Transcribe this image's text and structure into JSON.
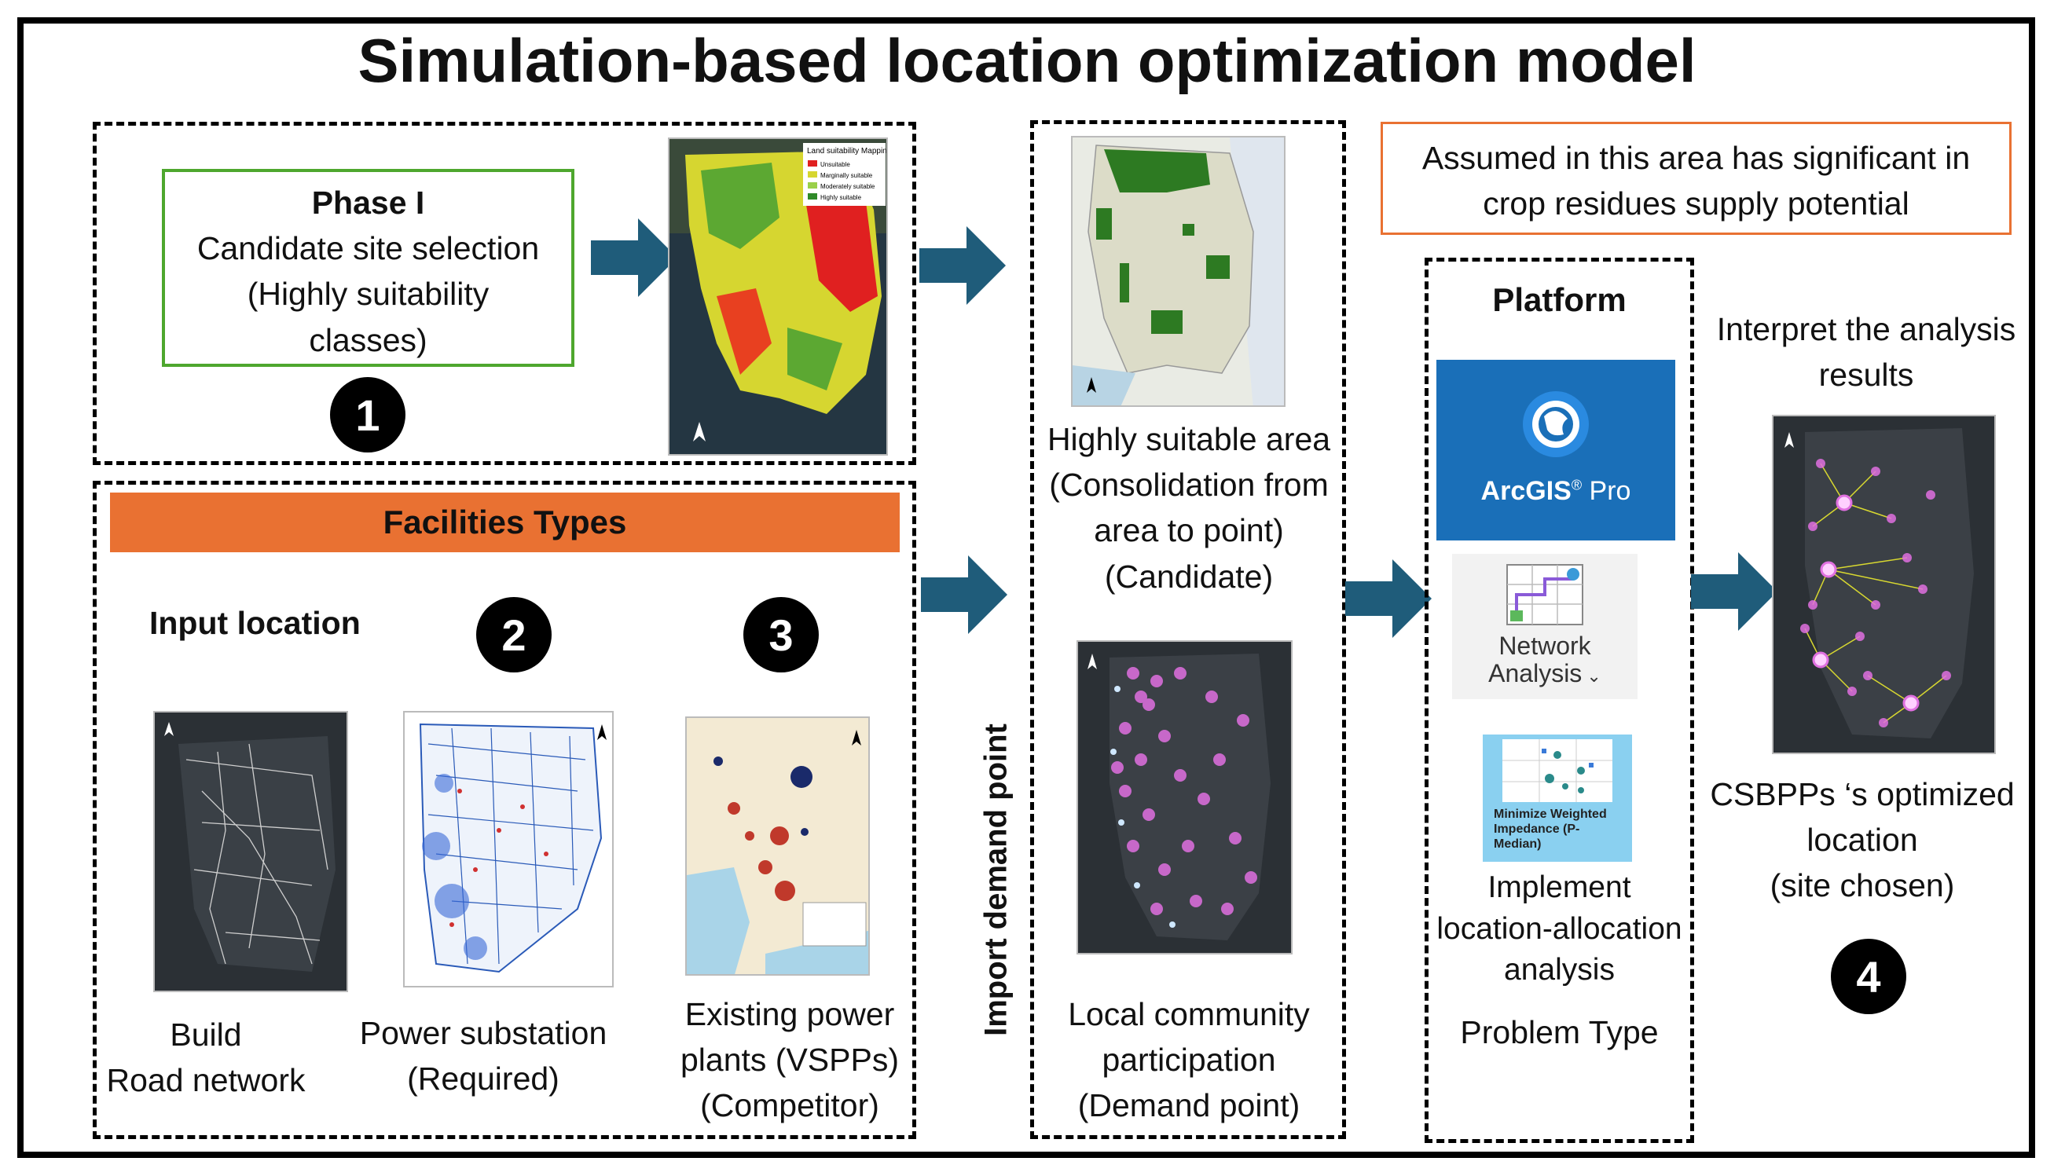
{
  "title": "Simulation-based location optimization model",
  "phase1": {
    "heading": "Phase I",
    "line1": "Candidate site selection",
    "line2": "(Highly suitability",
    "line3": "classes)",
    "number": "1",
    "map_legend_title": "Land suitability Mapping",
    "map_legend_items": [
      "Unsuitable",
      "Marginally suitable",
      "Moderately suitable",
      "Highly suitable"
    ]
  },
  "facilities": {
    "header": "Facilities Types",
    "input_location": "Input location",
    "num2": "2",
    "num3": "3",
    "road_line1": "Build",
    "road_line2": "Road network",
    "substation_line1": "Power substation",
    "substation_line2": "(Required)",
    "vspp_line1": "Existing power",
    "vspp_line2": "plants (VSPPs)",
    "vspp_line3": "(Competitor)"
  },
  "import_label": "Import demand point",
  "candidate": {
    "line1": "Highly suitable area",
    "line2": "(Consolidation from",
    "line3": "area to point)",
    "line4": "(Candidate)"
  },
  "demand": {
    "line1": "Local community",
    "line2": "participation",
    "line3": "(Demand point)"
  },
  "note": {
    "line1": "Assumed in this area has significant in",
    "line2": "crop residues supply potential"
  },
  "platform": {
    "heading": "Platform",
    "arcgis": "ArcGIS",
    "arcgis_reg": "®",
    "arcgis_pro": "Pro",
    "network_line1": "Network",
    "network_line2": "Analysis",
    "minimize_line1": "Minimize Weighted",
    "minimize_line2": "Impedance (P-",
    "minimize_line3": "Median)",
    "implement_line1": "Implement",
    "implement_line2": "location-allocation",
    "implement_line3": "analysis",
    "problem_type": "Problem Type"
  },
  "result": {
    "interpret_line1": "Interpret the analysis",
    "interpret_line2": "results",
    "site_line1": "CSBPPs ‘s optimized",
    "site_line2": "location",
    "site_line3": "(site chosen)",
    "number": "4"
  },
  "colors": {
    "orange": "#E97132",
    "green_border": "#4EA72E",
    "arrow": "#1F5C7A",
    "arcgis_blue": "#1A6FB8"
  }
}
